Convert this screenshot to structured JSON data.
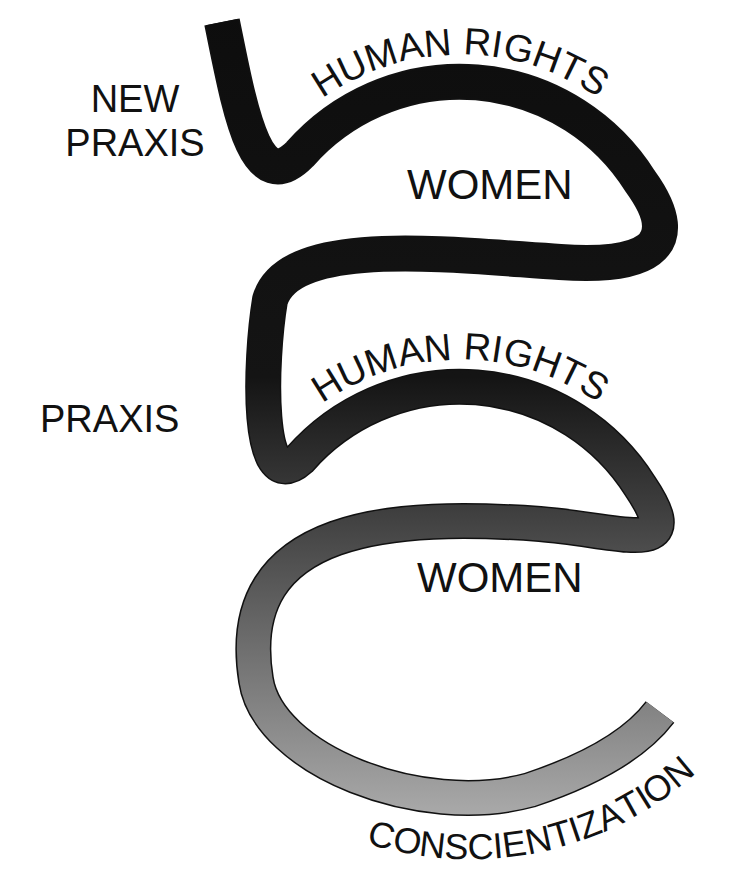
{
  "diagram": {
    "labels": [
      "NEW PRAXIS",
      "HUMAN RIGHTS",
      "WOMEN",
      "HUMAN RIGHTS",
      "PRAXIS",
      "WOMEN",
      "CONSCIENTIZATION"
    ]
  }
}
